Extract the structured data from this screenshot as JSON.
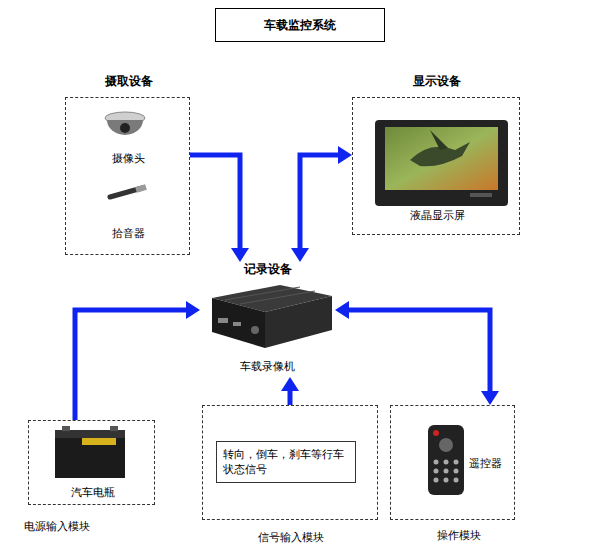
{
  "diagram": {
    "title": "车载监控系统",
    "nodes": [
      {
        "text": [
          "摄取设备"
        ]
      },
      {
        "text": [
          "摄像头"
        ],
        "in": 0
      },
      {
        "text": [
          "拾音器"
        ],
        "in": 0
      },
      {
        "text": [
          "显示设备"
        ]
      },
      {
        "text": [
          "液晶显示屏"
        ],
        "in": 3
      },
      {
        "text": [
          "记录设备",
          "车载录像机"
        ]
      },
      {
        "text": [
          "汽车电瓶",
          "电源输入模块"
        ]
      },
      {
        "text": [
          "信号输入模块"
        ]
      },
      {
        "text": [
          "转向，倒车，刹车等行车状态信号"
        ],
        "in": 7
      },
      {
        "text": [
          "遥控器",
          "操作模块"
        ]
      }
    ],
    "edges": [
      {
        "from": 0,
        "to": 5,
        "arrow": "to"
      },
      {
        "from": 5,
        "to": 3,
        "arrow": "both"
      },
      {
        "from": 6,
        "to": 5,
        "arrow": "to"
      },
      {
        "from": 7,
        "to": 5,
        "arrow": "to"
      },
      {
        "from": 5,
        "to": 9,
        "arrow": "both"
      }
    ]
  }
}
